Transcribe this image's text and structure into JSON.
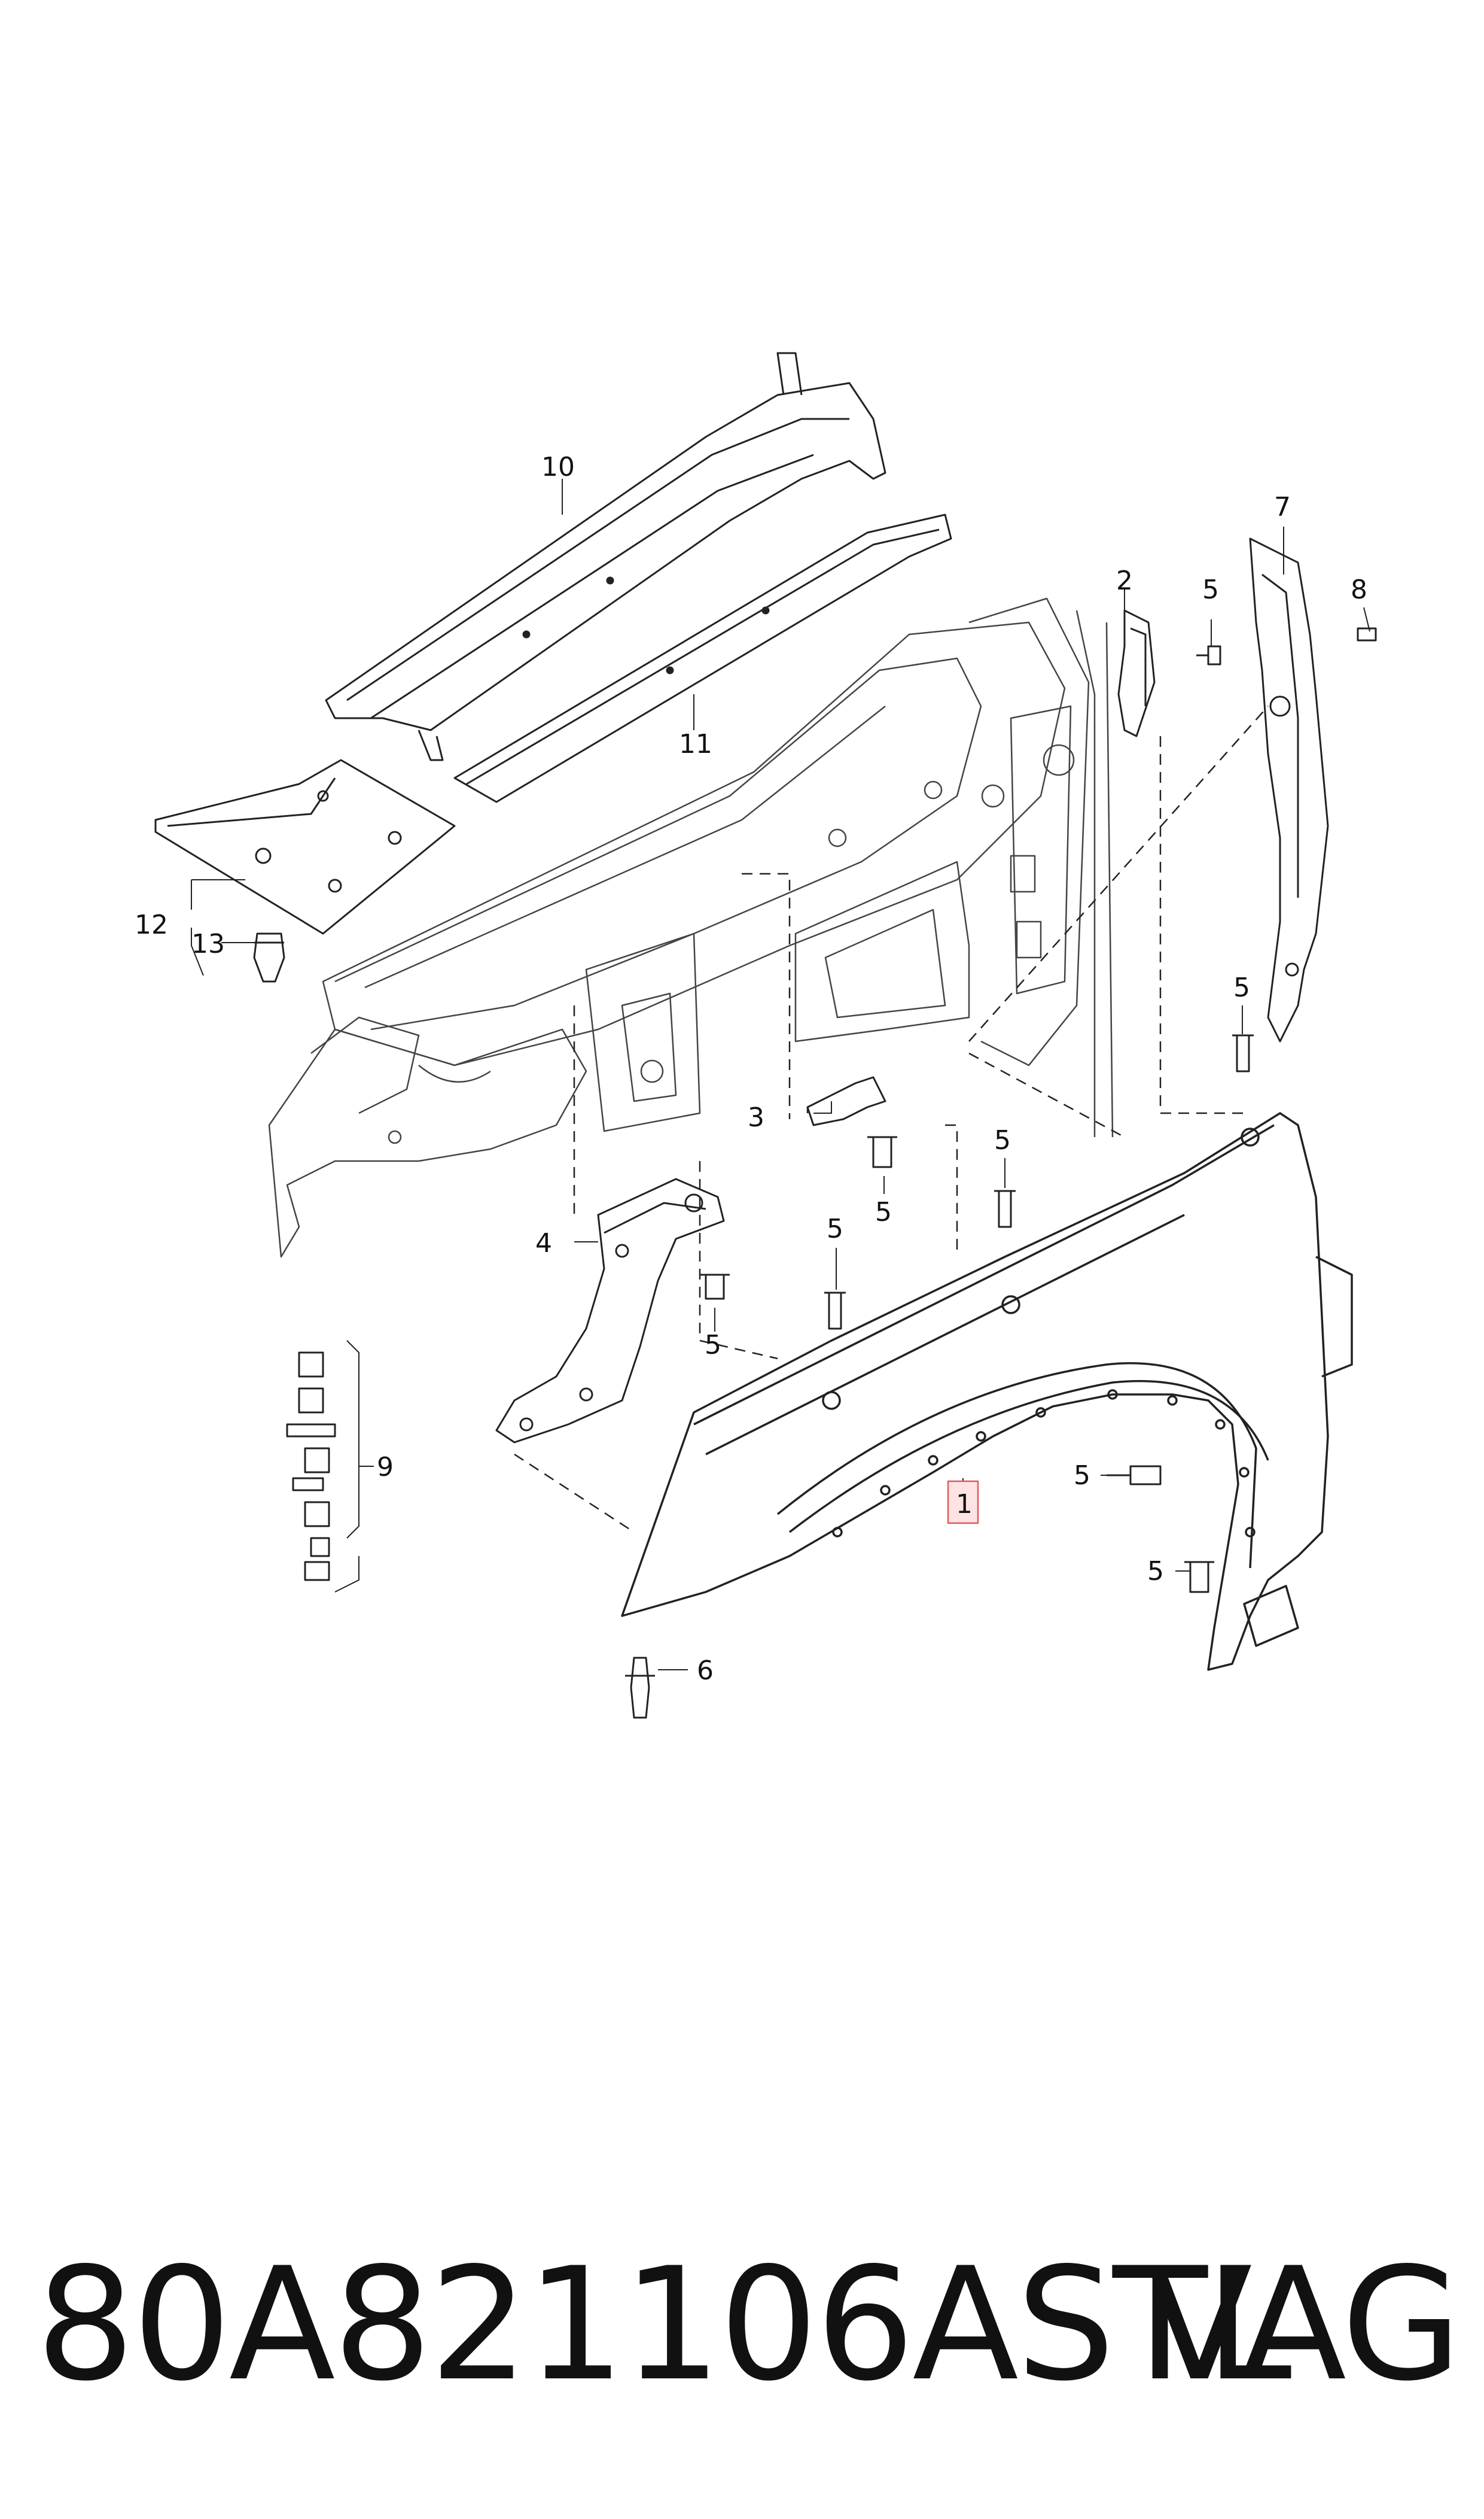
{
  "diagram": {
    "callouts": [
      {
        "id": "callout-1",
        "text": "1",
        "highlighted": true
      },
      {
        "id": "callout-2",
        "text": "2"
      },
      {
        "id": "callout-3",
        "text": "3"
      },
      {
        "id": "callout-4",
        "text": "4"
      },
      {
        "id": "callout-5",
        "text": "5"
      },
      {
        "id": "callout-6",
        "text": "6"
      },
      {
        "id": "callout-7",
        "text": "7"
      },
      {
        "id": "callout-8",
        "text": "8"
      },
      {
        "id": "callout-9",
        "text": "9"
      },
      {
        "id": "callout-10",
        "text": "10"
      },
      {
        "id": "callout-11",
        "text": "11"
      },
      {
        "id": "callout-12",
        "text": "12"
      },
      {
        "id": "callout-13",
        "text": "13"
      }
    ],
    "highlight_color": "#e05a5a",
    "line_color": "#222222"
  },
  "footer": {
    "part_number": "80A821106ASTL",
    "brand": "VAG"
  }
}
